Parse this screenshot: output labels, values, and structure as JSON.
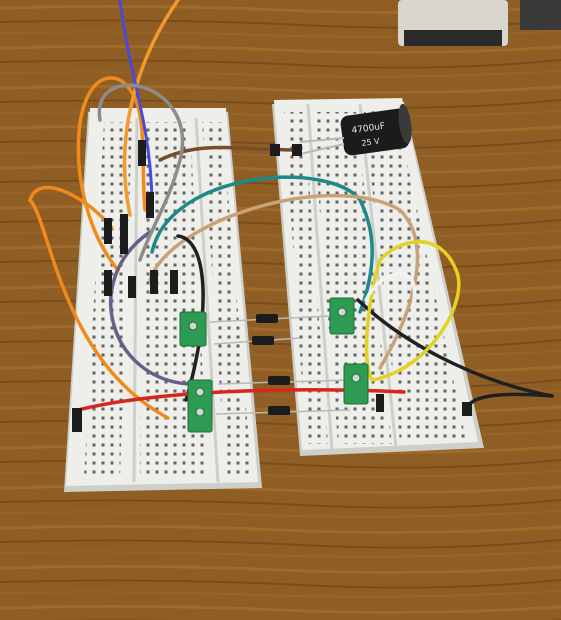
{
  "scene": {
    "colors": {
      "table": "#8a5a22",
      "board": "#eeeeea",
      "board_shadow": "#cfcfca",
      "hole": "#4a4a46",
      "terminal": "#2d9b52",
      "capacitor": "#1b1b1b"
    },
    "capacitor": {
      "value_text": "4700uF",
      "voltage_text": "25 V"
    },
    "wires": [
      {
        "id": "orange-1",
        "color": "#f08a1c"
      },
      {
        "id": "orange-2",
        "color": "#f39a2d"
      },
      {
        "id": "blue",
        "color": "#4a4ad8"
      },
      {
        "id": "teal",
        "color": "#1c8a8a"
      },
      {
        "id": "brown",
        "color": "#7a4b2a"
      },
      {
        "id": "tan",
        "color": "#c9a377"
      },
      {
        "id": "purple",
        "color": "#6b5d8a"
      },
      {
        "id": "grey",
        "color": "#8c8c8c"
      },
      {
        "id": "black",
        "color": "#202020"
      },
      {
        "id": "yellow",
        "color": "#e3d225"
      },
      {
        "id": "white",
        "color": "#f2f2f2"
      },
      {
        "id": "red",
        "color": "#d8261e"
      }
    ]
  }
}
